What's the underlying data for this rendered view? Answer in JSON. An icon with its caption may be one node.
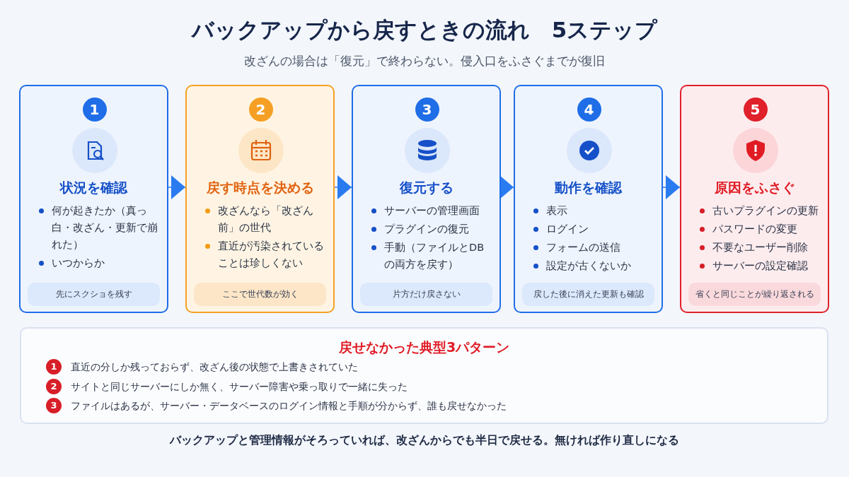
{
  "diagram": {
    "title": "バックアップから戻すときの流れ　5ステップ",
    "nodes": [
      {
        "text": [
          "1",
          "状況を確認",
          "何が起きたか（真っ白・改ざん・更新で崩れた）",
          "いつからか",
          "先にスクショを残す"
        ]
      },
      {
        "text": [
          "2",
          "戻す時点を決める",
          "改ざんなら「改ざん前」の世代",
          "直近が汚染されていることは珍しくない",
          "ここで世代数が効く"
        ]
      },
      {
        "text": [
          "3",
          "復元する",
          "サーバーの管理画面",
          "プラグインの復元",
          "手動（ファイルとDBの両方を戻す）",
          "片方だけ戻さない"
        ]
      },
      {
        "text": [
          "4",
          "動作を確認",
          "表示",
          "ログイン",
          "フォームの送信",
          "設定が古くないか",
          "戻した後に消えた更新も確認"
        ]
      },
      {
        "text": [
          "5",
          "原因をふさぐ",
          "古いプラグインの更新",
          "パスワードの変更",
          "不要なユーザー削除",
          "サーバーの設定確認",
          "省くと同じことが繰り返される"
        ]
      },
      {
        "text": [
          "戻せなかった典型3パターン"
        ]
      },
      {
        "text": [
          "1"
        ],
        "in": 5,
        "beside": [
          "直近の分しか残っておらず、改ざん後の状態で上書きされていた"
        ]
      },
      {
        "text": [
          "2"
        ],
        "in": 5,
        "beside": [
          "サイトと同じサーバーにしか無く、サーバー障害や乗っ取りで一緒に失った"
        ]
      },
      {
        "text": [
          "3"
        ],
        "in": 5,
        "beside": [
          "ファイルはあるが、サーバー・データベースのログイン情報と手順が分からず、誰も戻せなかった"
        ]
      }
    ],
    "edges": [
      {
        "from": 0,
        "to": 1,
        "arrow": "to"
      },
      {
        "from": 1,
        "to": 2,
        "arrow": "to"
      },
      {
        "from": 2,
        "to": 3,
        "arrow": "to"
      },
      {
        "from": 3,
        "to": 4,
        "arrow": "to"
      }
    ],
    "labels": [
      "改ざんの場合は「復元」で終わらない。侵入口をふさぐまでが復旧",
      "バックアップと管理情報がそろっていれば、改ざんからでも半日で戻せる。無ければ作り直しになる"
    ]
  }
}
